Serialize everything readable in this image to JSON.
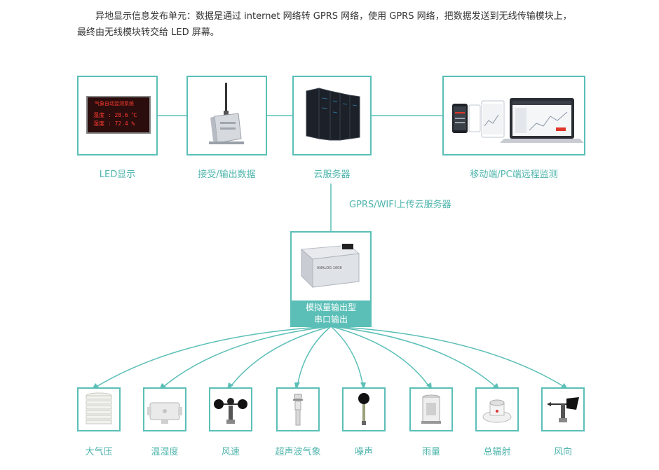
{
  "intro": {
    "line1": "异地显示信息发布单元：数据是通过 internet 网络转 GPRS 网络，使用 GPRS 网络，把数据发送到无线传输模块上，",
    "line2": "最终由无线模块转交给 LED 屏幕。"
  },
  "top_nodes": [
    {
      "label": "LED显示",
      "icon": "led-screen-icon"
    },
    {
      "label": "接受/输出数据",
      "icon": "wireless-module-icon"
    },
    {
      "label": "云服务器",
      "icon": "server-rack-icon"
    },
    {
      "label": "移动端/PC端远程监测",
      "icon": "devices-icon"
    }
  ],
  "led_screen": {
    "title": "气象自动监测系统",
    "row1": "温度 : 28.6 ℃",
    "row2": "湿度 : 72.4 %"
  },
  "uplink_label": "GPRS/WIFI上传云服务器",
  "hub": {
    "line1": "模拟量输出型",
    "line2": "串口输出",
    "device_text": "ANALOG-1608",
    "icon": "analog-output-module-icon"
  },
  "sensors": [
    {
      "label": "大气压",
      "icon": "radiation-shield-icon"
    },
    {
      "label": "温湿度",
      "icon": "temp-humidity-box-icon"
    },
    {
      "label": "风速",
      "icon": "anemometer-icon"
    },
    {
      "label": "超声波气象",
      "icon": "ultrasonic-station-icon"
    },
    {
      "label": "噪声",
      "icon": "noise-sensor-icon"
    },
    {
      "label": "雨量",
      "icon": "rain-gauge-icon"
    },
    {
      "label": "总辐射",
      "icon": "pyranometer-icon"
    },
    {
      "label": "风向",
      "icon": "wind-vane-icon"
    }
  ],
  "colors": {
    "accent": "#5bbfb7",
    "text": "#333333"
  }
}
